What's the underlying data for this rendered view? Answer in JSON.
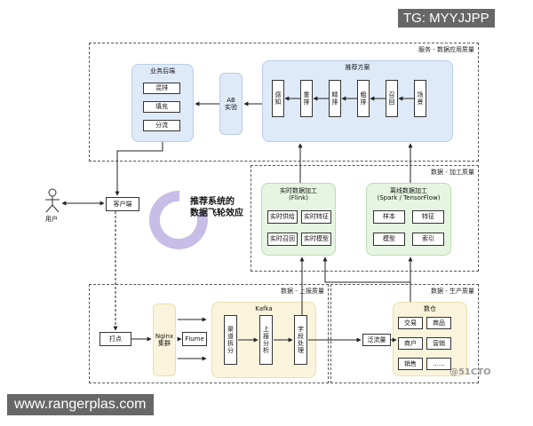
{
  "watermarks": {
    "tg": "TG: MYYJJPP",
    "site": "www.rangerplas.com",
    "cto": "@51CTO"
  },
  "zones": {
    "service": "服务 - 数据应用质量",
    "process": "数据 - 加工质量",
    "report": "数据 - 上报质量",
    "production": "数据 - 生产质量"
  },
  "backend": {
    "title": "业务后端",
    "items": [
      "混排",
      "填充",
      "分流"
    ]
  },
  "ab": "AB\n实验",
  "recommend": {
    "title": "推荐方案",
    "stages": [
      "感知",
      "重排",
      "精排",
      "粗排",
      "召回",
      "场景"
    ]
  },
  "realtime": {
    "title": "实时数据加工\n(Flink)",
    "items": [
      "实时供给",
      "实时特征",
      "实时召回",
      "实时模型"
    ]
  },
  "offline": {
    "title": "离线数据加工\n(Spark / TensorFlow)",
    "items": [
      "样本",
      "特征",
      "模型",
      "索引"
    ]
  },
  "flywheel": "推荐系统的\n数据飞轮效应",
  "user": "用户",
  "client": "客户端",
  "tracking": "打点",
  "nginx": "Nginx\n集群",
  "flume": "Flume",
  "kafka": {
    "title": "Kafka",
    "stages": [
      "渠道拆分",
      "上报分析",
      "字段处理"
    ]
  },
  "stream": "泛流量",
  "warehouse": {
    "title": "数仓",
    "items": [
      "交易",
      "商品",
      "商户",
      "营销",
      "销售",
      "......"
    ]
  }
}
